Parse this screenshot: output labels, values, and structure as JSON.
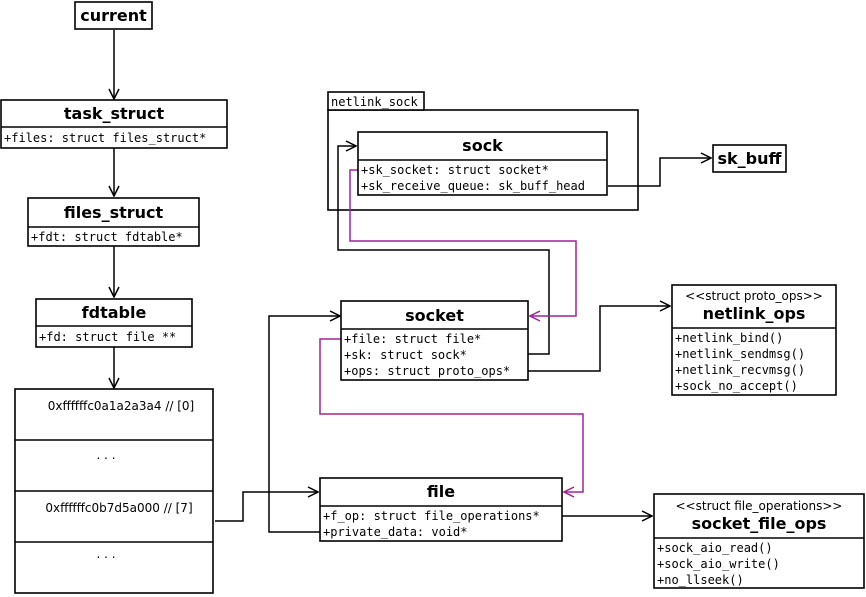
{
  "current": {
    "title": "current"
  },
  "task_struct": {
    "title": "task_struct",
    "attrs": [
      "+files: struct files_struct*"
    ]
  },
  "files_struct": {
    "title": "files_struct",
    "attrs": [
      "+fdt: struct fdtable*"
    ]
  },
  "fdtable": {
    "title": "fdtable",
    "attrs": [
      "+fd: struct file **"
    ]
  },
  "fd_array": {
    "cells": [
      "0xffffffc0a1a2a3a4 // [0]",
      ". . .",
      "0xffffffc0b7d5a000 // [7]",
      ". . ."
    ]
  },
  "netlink_sock": {
    "label": "netlink_sock"
  },
  "sock": {
    "title": "sock",
    "attrs": [
      "+sk_socket: struct socket*",
      "+sk_receive_queue: sk_buff_head"
    ]
  },
  "sk_buff": {
    "title": "sk_buff"
  },
  "socket": {
    "title": "socket",
    "attrs": [
      "+file: struct file*",
      "+sk: struct sock*",
      "+ops: struct proto_ops*"
    ]
  },
  "netlink_ops": {
    "stereotype": "<<struct proto_ops>>",
    "title": "netlink_ops",
    "attrs": [
      "+netlink_bind()",
      "+netlink_sendmsg()",
      "+netlink_recvmsg()",
      "+sock_no_accept()"
    ]
  },
  "file": {
    "title": "file",
    "attrs": [
      "+f_op: struct file_operations*",
      "+private_data: void*"
    ]
  },
  "socket_file_ops": {
    "stereotype": "<<struct file_operations>>",
    "title": "socket_file_ops",
    "attrs": [
      "+sock_aio_read()",
      "+sock_aio_write()",
      "+no_llseek()"
    ]
  },
  "colors": {
    "line": "#000000",
    "highlight": "#a0229a"
  }
}
